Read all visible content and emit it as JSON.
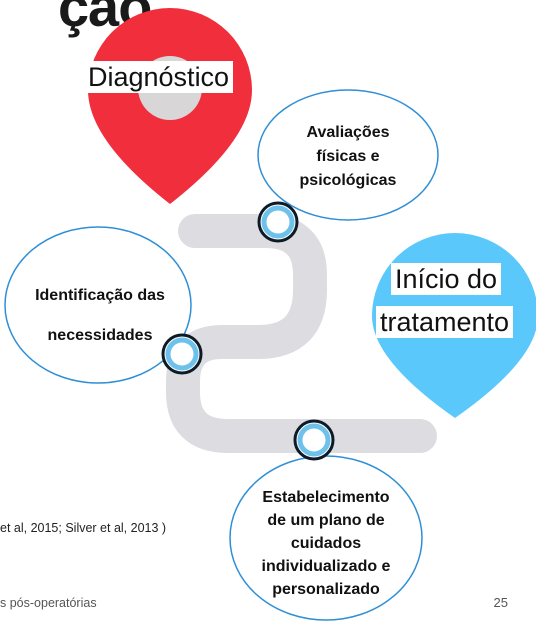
{
  "slide": {
    "title_partial": "ção",
    "reference_partial": "et al, 2015; Silver et al, 2013 )",
    "footer_partial": "s pós-operatórias",
    "page_number": "25"
  },
  "pins": [
    {
      "label": "Diagnóstico",
      "color": "#f02e3c"
    },
    {
      "label_lines": [
        "Início do",
        "tratamento"
      ],
      "color": "#5ac8fa"
    }
  ],
  "steps": [
    {
      "lines": [
        "Avaliações",
        "físicas e",
        "psicológicas"
      ]
    },
    {
      "lines": [
        "Identificação das",
        "necessidades"
      ]
    },
    {
      "lines": [
        "Estabelecimento",
        "de um plano de",
        "cuidados",
        "individualizado e",
        "personalizado"
      ]
    }
  ],
  "colors": {
    "path": "#dcdce1",
    "ring_outer": "#0d1b26",
    "ring_inner": "#6ec1ea",
    "bubble_border": "#2f8fd6"
  }
}
